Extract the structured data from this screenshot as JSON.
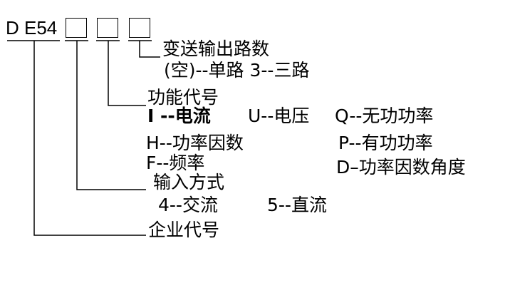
{
  "code": {
    "model": "D E54"
  },
  "labels": {
    "output_paths": "变送输出路数",
    "output_paths_opts": "(空)--单路   3--三路",
    "function_code": "功能代号",
    "func_I": "I --电流",
    "func_U": "U--电压",
    "func_Q": "Q--无功功率",
    "func_H": "H--功率因数",
    "func_P": "P--有功功率",
    "func_F": "F--频率",
    "func_D": "D–功率因数角度",
    "input_mode": "输入方式",
    "input_4": "4--交流",
    "input_5": "5--直流",
    "company_code": "企业代号"
  }
}
